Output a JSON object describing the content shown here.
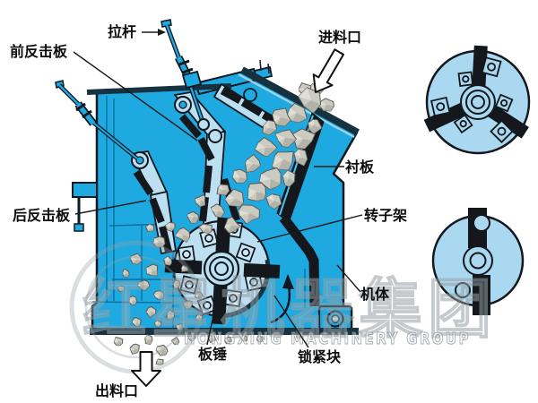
{
  "labels": {
    "pull_rod": "拉杆",
    "front_impact_plate": "前反击板",
    "feed_inlet": "进料口",
    "liner_plate": "衬板",
    "rotor_frame": "转子架",
    "machine_body": "机体",
    "rear_impact_plate": "后反击板",
    "plate_hammer": "板锤",
    "lock_block": "锁紧块",
    "discharge_outlet": "出料口"
  },
  "watermark": {
    "cn": "红星机器集团",
    "en": "HONGXING MACHINERY GROUP"
  },
  "colors": {
    "machine_cyan": "#1EA9E1",
    "component_light_blue": "#BCE0F2",
    "cross_section_blue": "#A9D8F0",
    "liner_black": "#14181C",
    "dark_band": "#16313F",
    "rock_gray": "#CBCBC1",
    "outline": "#101820",
    "watermark_gray": "#96A0A6",
    "label_black": "#0D0D0D"
  }
}
